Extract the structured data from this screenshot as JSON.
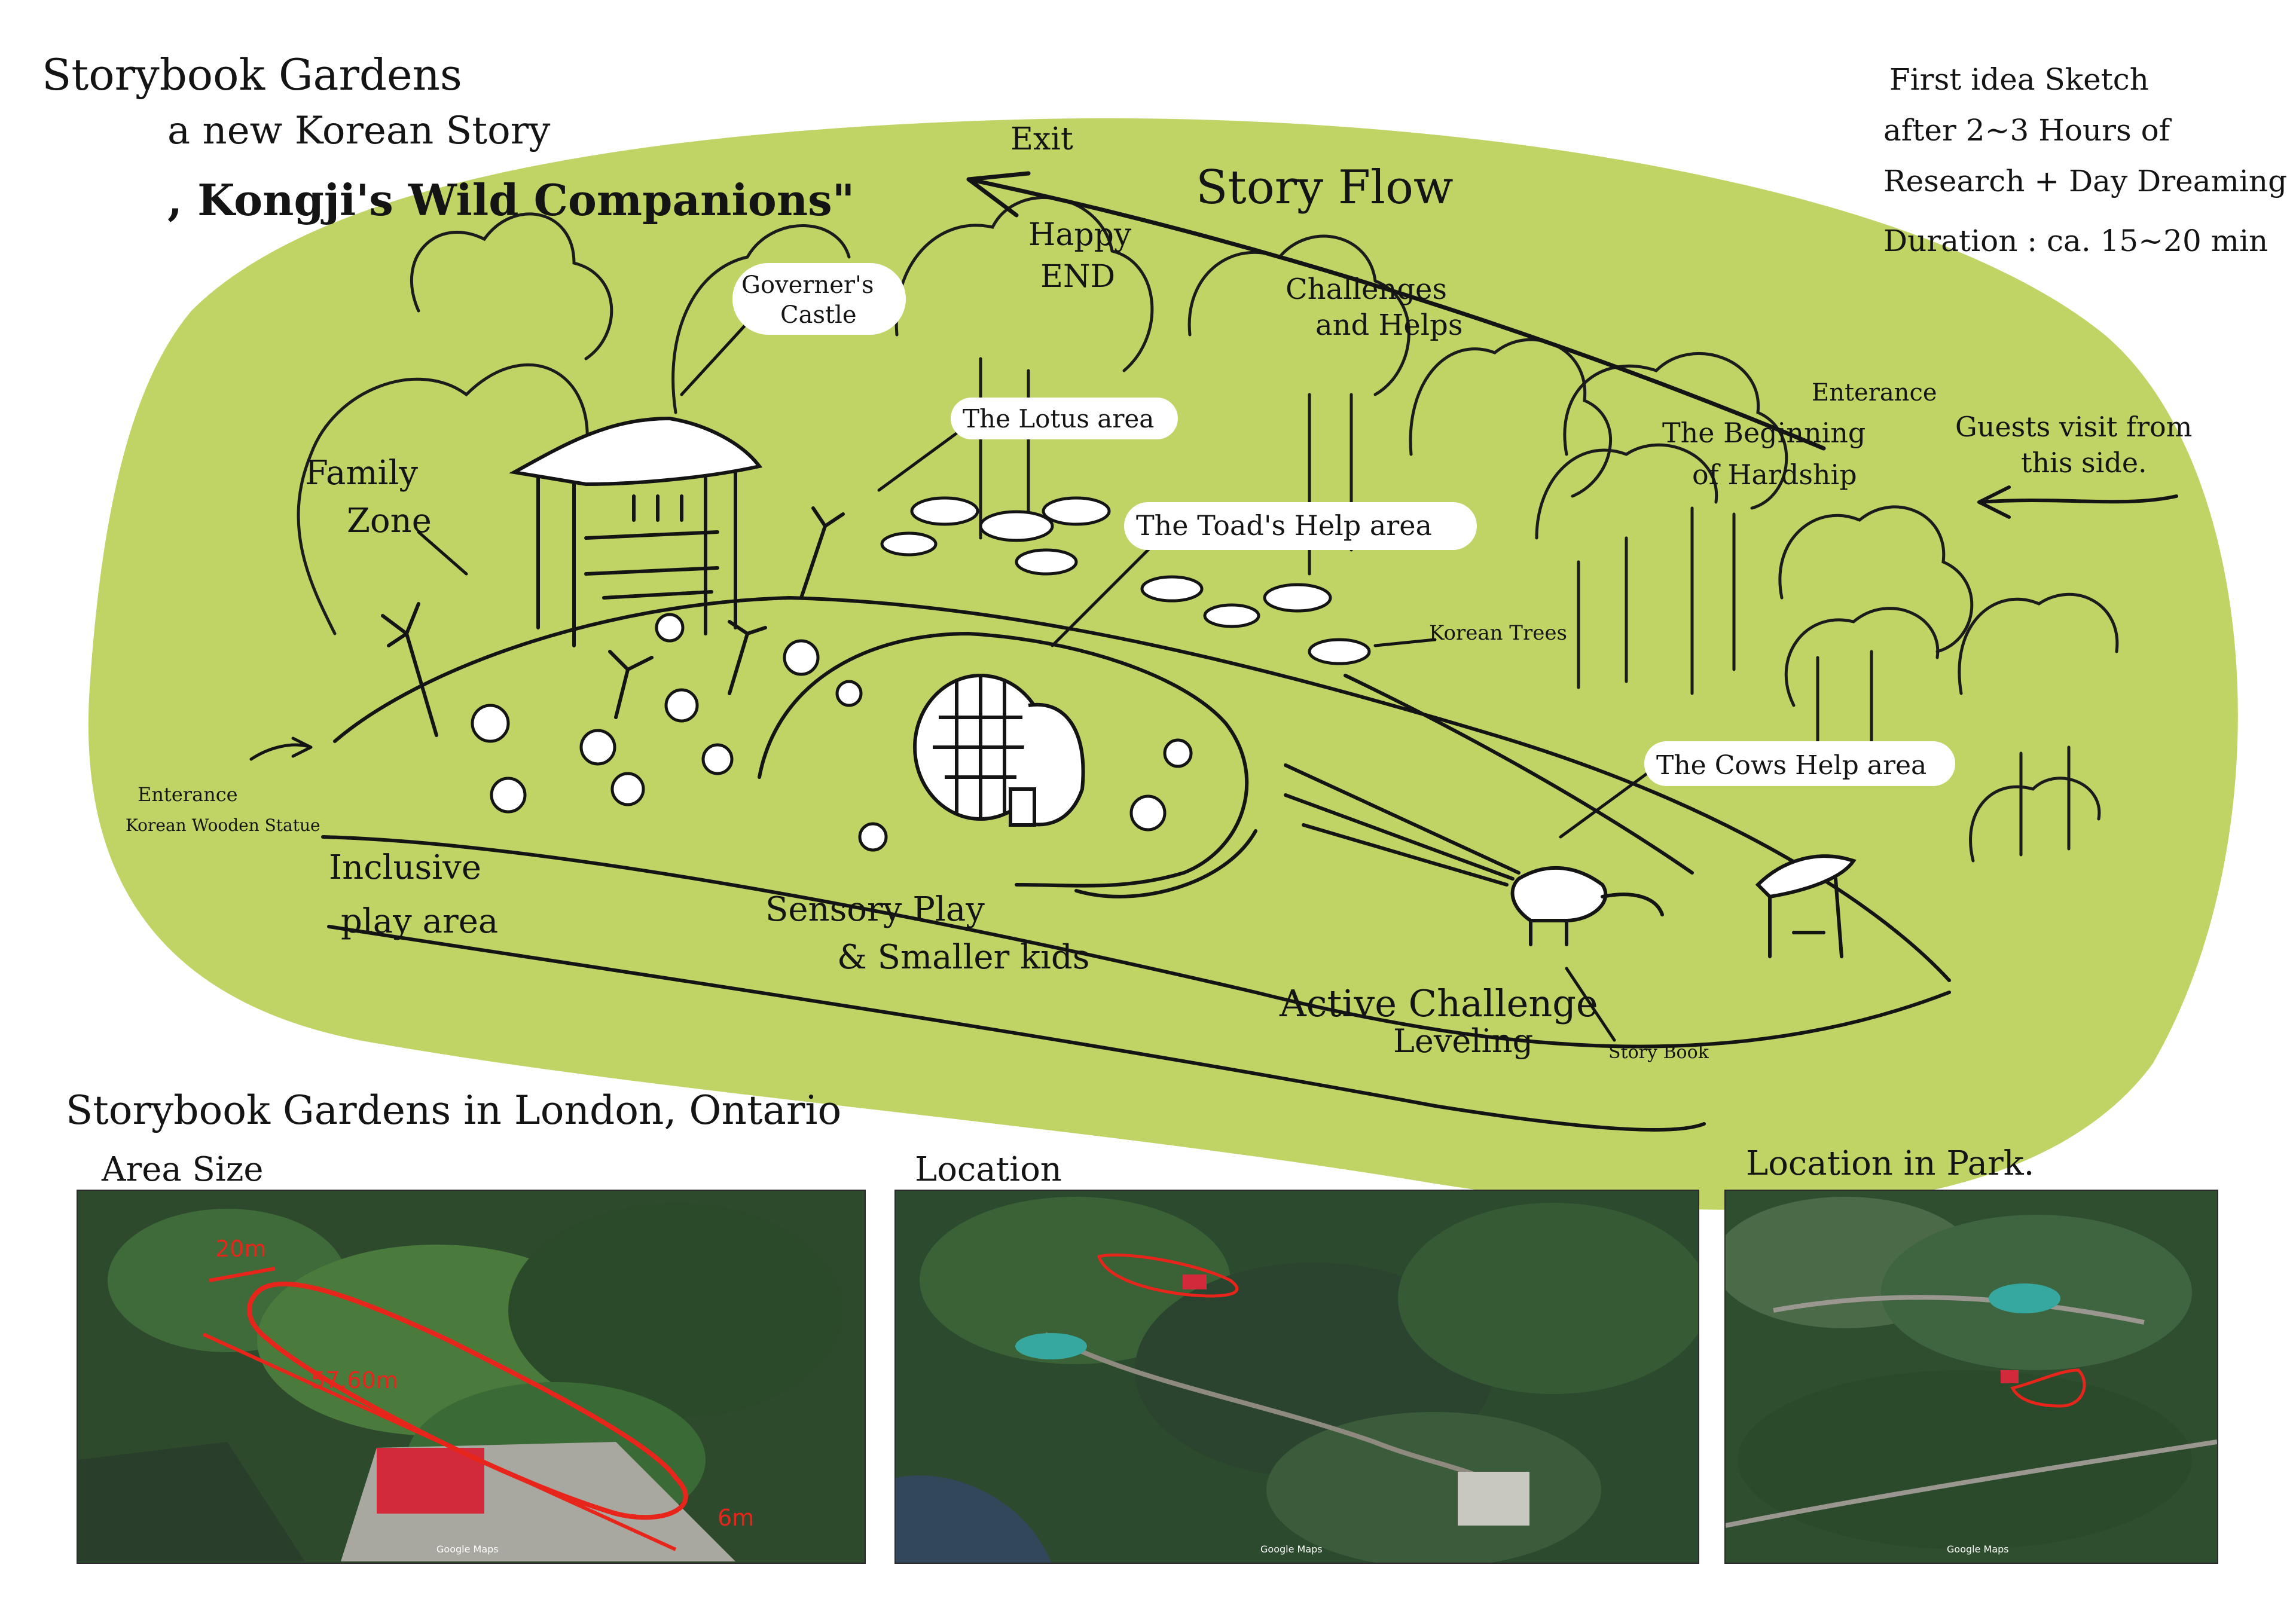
{
  "header": {
    "title_line1": "Storybook Gardens",
    "title_line2": "a new Korean Story",
    "title_line3": ", Kongji's Wild Companions\""
  },
  "notes": {
    "line1": "First idea Sketch",
    "line2": "after 2~3 Hours of",
    "line3": "Research + Day Dreaming",
    "line4": "Duration : ca. 15~20 min"
  },
  "sketch": {
    "labels": {
      "exit": "Exit",
      "happy_end": "Happy",
      "happy_end2": "END",
      "story_flow": "Story Flow",
      "challenges": "Challenges",
      "challenges2": "and Helps",
      "governor_castle": "Governer's",
      "governor_castle2": "Castle",
      "lotus_area": "The Lotus area",
      "toad_help": "The Toad's Help area",
      "entrance_top": "Enterance",
      "beginning": "The Beginning",
      "beginning2": "of Hardship",
      "guests": "Guests visit from",
      "guests2": "this side.",
      "family_zone": "Family",
      "family_zone2": "Zone",
      "korean_trees": "Korean Trees",
      "cows_help": "The Cows Help area",
      "entrance_left": "Enterance",
      "entrance_left2": "Korean Wooden Statue",
      "inclusive": "Inclusive",
      "inclusive2": "play area",
      "sensory": "Sensory Play",
      "sensory2": "& Smaller kids",
      "active": "Active Challenge",
      "active2": "Leveling",
      "story_book": "Story Book"
    },
    "colors": {
      "blob": "#bfd465",
      "ink": "#141414",
      "route": "#e8251b"
    }
  },
  "bottom": {
    "section_title": "Storybook Gardens in London, Ontario",
    "panels": [
      {
        "caption": "Area Size",
        "marks": [
          "20m",
          "57.60m",
          "6m"
        ],
        "watermark": "Google Maps"
      },
      {
        "caption": "Location",
        "watermark": "Google Maps"
      },
      {
        "caption": "Location in Park.",
        "watermark": "Google Maps"
      }
    ]
  }
}
